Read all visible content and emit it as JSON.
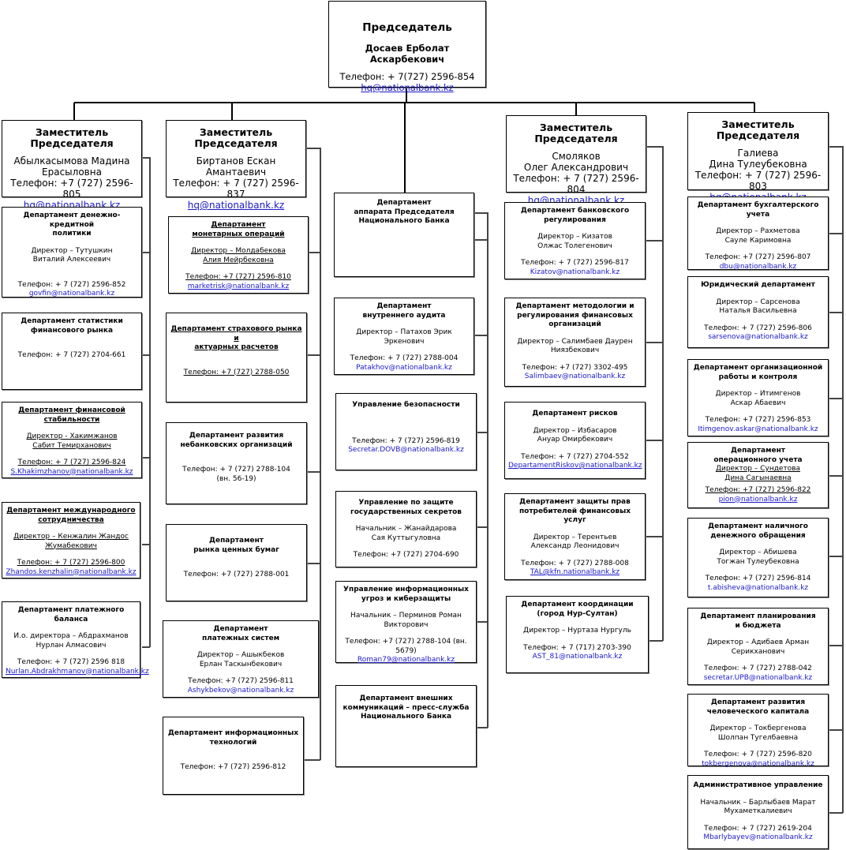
{
  "chairman": {
    "title": "Председатель",
    "name": "Досаев Ерболат Аскарбекович",
    "phone": "Телефон: + 7(727) 2596-854",
    "email": "hq@nationalbank.kz"
  },
  "deputies": [
    {
      "title": "Заместитель Председателя",
      "name1": "Абылкасымова Мадина",
      "name2": "Ерасыловна",
      "phone": "Телефон: +7 (727) 2596-805",
      "email": "hq@nationalbank.kz"
    },
    {
      "title": "Заместитель Председателя",
      "name1": "Биртанов Ескан",
      "name2": "Амантаевич",
      "phone": "Телефон: + 7 (727) 2596-837",
      "email": "hq@nationalbank.kz"
    },
    {
      "title": "Заместитель Председателя",
      "name1": "Смоляков",
      "name2": "Олег Александрович",
      "phone": "Телефон: + 7 (727) 2596-804",
      "email": "hq@nationalbank.kz"
    },
    {
      "title": "Заместитель Председателя",
      "name1": "Галиева",
      "name2": "Дина Тулеубековна",
      "phone": "Телефон: + 7 (727) 2596-803",
      "email": "hq@nationalbank.kz"
    }
  ],
  "col1": [
    {
      "t1": "Департамент денежно-кредитной",
      "t2": "политики",
      "d1": "Директор – Тутушкин",
      "d2": "Виталий Алексеевич",
      "ph": "Телефон: + 7 (727) 2596-852",
      "em": "govfin@nationalbank.kz"
    },
    {
      "t1": "Департамент статистики",
      "t2": "финансового рынка",
      "ph": "Телефон: + 7 (727) 2704-661"
    },
    {
      "t1": "Департамент финансовой",
      "t2": "стабильности",
      "d1": "Директор - Хакимжанов",
      "d2": "Сабит Темирханович",
      "ph": "Телефон: + 7 (727) 2596-824",
      "em": "S.Khakimzhanov@nationalbank.kz"
    },
    {
      "t1": "Департамент международного",
      "t2": "сотрудничества",
      "d1": "Директор – Кенжалин Жандос",
      "d2": "Жумабекович",
      "ph": "Телефон: + 7 (727) 2596-800",
      "em": "Zhandos.kenzhalin@nationalbank.kz"
    },
    {
      "t1": "Департамент платежного",
      "t2": "баланса",
      "d1": "И.о. директора – Абдрахманов",
      "d2": "Нурлан Алмасович",
      "ph": "Телефон: + 7 (727) 2596 818",
      "em": "Nurlan.Abdrakhmanov@nationalbank.kz"
    }
  ],
  "col2": [
    {
      "t1": "Департамент",
      "t2": "монетарных операций",
      "d1": "Директор – Молдабекова",
      "d2": "Алия Мейрбековна",
      "ph": "Телефон: +7 (727) 2596-810",
      "em": "marketrisk@nationalbank.kz"
    },
    {
      "t1": "Департамент страхового рынка и",
      "t2": "актуарных расчетов",
      "ph": "Телефон: +7 (727) 2788-050"
    },
    {
      "t1": "Департамент развития",
      "t2": "небанковских организаций",
      "ph": "Телефон: + 7 (727) 2788-104",
      "ph2": "(вн. 56-19)"
    },
    {
      "t1": "Департамент",
      "t2": "рынка ценных бумаг",
      "ph": "Телефон: +7 (727) 2788-001"
    },
    {
      "t1": "Департамент",
      "t2": "платежных систем",
      "d1": "Директор – Ашыкбеков",
      "d2": "Ерлан Таскынбекович",
      "ph": "Телефон: +7 (727) 2596-811",
      "em": "Ashykbekov@nationalbank.kz"
    },
    {
      "t1": "Департамент информационных",
      "t2": "технологий",
      "ph": "Телефон: +7 (727) 2596-812"
    }
  ],
  "col3": [
    {
      "t1": "Департамент",
      "t2": "аппарата Председателя",
      "t3": "Национального Банка"
    },
    {
      "t1": "Департамент",
      "t2": "внутреннего аудита",
      "d1": "Директор – Патахов Эрик Эркенович",
      "ph": "Телефон: + 7 (727) 2788-004",
      "em": "Patakhov@nationalbank.kz"
    },
    {
      "t1": "Управление безопасности",
      "ph": "Телефон: + 7 (727) 2596-819",
      "em": "Secretar.DOVB@nationalbank.kz"
    },
    {
      "t1": "Управление по защите",
      "t2": "государственных секретов",
      "d1": "Начальник – Жанайдарова",
      "d2": "Сая Куттыгуловна",
      "ph": "Телефон: +7 (727) 2704-690"
    },
    {
      "t1": "Управление информационных",
      "t2": "угроз и киберзащиты",
      "d1": "Начальник – Перминов Роман",
      "d2": "Викторович",
      "ph": "Телефон: +7 (727) 2788-104 (вн. 5679)",
      "em": "Roman79@nationalbank.kz"
    },
    {
      "t1": "Департамент внешних",
      "t2": "коммуникаций – пресс-служба",
      "t3": "Национального Банка"
    }
  ],
  "col4": [
    {
      "t1": "Департамент банковского",
      "t2": "регулирования",
      "d1": "Директор – Кизатов",
      "d2": "Олжас Толегенович",
      "ph": "Телефон: + 7 (727) 2596-817",
      "em": "Kizatov@nationalbank.kz"
    },
    {
      "t1": "Департамент методологии и",
      "t2": "регулирования финансовых",
      "t3": "организаций",
      "d1": "Директор – Салимбаев Даурен",
      "d2": "Ниязбекович",
      "ph": "Телефон: +7 (727) 3302-495",
      "em": "Salimbaev@nationalbank.kz"
    },
    {
      "t1": "Департамент рисков",
      "d1": "Директор – Избасаров",
      "d2": "Ануар Омирбекович",
      "ph": "Телефон: + 7 (727) 2704-552",
      "em": "DepartamentRiskov@nationalbank.kz"
    },
    {
      "t1": "Департамент защиты прав",
      "t2": "потребителей финансовых услуг",
      "d1": "Директор – Терентьев",
      "d2": "Александр Леонидович",
      "ph": "Телефон: + 7 (727) 2788-008",
      "em": "TAL@kfn.nationalbank.kz"
    },
    {
      "t1": "Департамент координации",
      "t2": "(город Нур-Султан)",
      "d1": "Директор – Нуртаза Нургуль",
      "ph": "Телефон: + 7 (717) 2703-390",
      "em": "AST_81@nationalbank.kz"
    }
  ],
  "col5": [
    {
      "t1": "Департамент бухгалтерского",
      "t2": "учета",
      "d1": "Директор – Рахметова",
      "d2": "Сауле Каримовна",
      "ph": "Телефон: +7 (727) 2596-807",
      "em": "dbu@nationalbank.kz"
    },
    {
      "t1": "Юридический департамент",
      "d1": "Директор – Сарсенова",
      "d2": "Наталья Васильевна",
      "ph": "Телефон: + 7 (727) 2596-806",
      "em": "sarsenova@nationalbank.kz"
    },
    {
      "t1": "Департамент организационной",
      "t2": "работы и контроля",
      "d1": "Директор – Итимгенов",
      "d2": "Аскар Абаевич",
      "ph": "Телефон:   +7 (727) 2596-853",
      "em": "Itimgenov.askar@nationalbank.kz"
    },
    {
      "t1": "Департамент",
      "t2": "операционного учета",
      "d1": "Директор – Сундетова",
      "d2": "Дина Сагынаевна",
      "ph": "Телефон: +7 (727) 2596-822",
      "em": "pion@nationalbank.kz"
    },
    {
      "t1": "Департамент наличного",
      "t2": "денежного обращения",
      "d1": "Директор – Абишева",
      "d2": "Тогжан Тулеубековна",
      "ph": "Телефон: +7 (727) 2596-814",
      "em": "t.abisheva@nationalbank.kz"
    },
    {
      "t1": "Департамент планирования",
      "t2": "и бюджета",
      "d1": "Директор – Адибаев Арман",
      "d2": "Серикханович",
      "ph": "Телефон: + 7 (727) 2788-042",
      "em": "secretar.UPB@nationalbank.kz"
    },
    {
      "t1": "Департамент развития",
      "t2": "человеческого капитала",
      "d1": "Директор – Токбергенова",
      "d2": "Шолпан Тугелбаевна",
      "ph": "Телефон: + 7 (727) 2596-820",
      "em": "tokbergenova@nationalbank.kz"
    },
    {
      "t1": "Административное управление",
      "d1": "Начальник – Барлыбаев Марат",
      "d2": "Мухаметкалиевич",
      "ph": "Телефон: + 7 (727)  2619-204",
      "em": "Mbarlybayev@nationalbank.kz"
    }
  ]
}
